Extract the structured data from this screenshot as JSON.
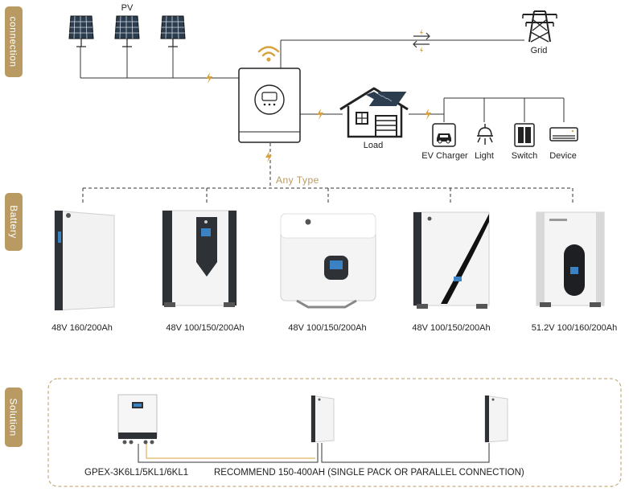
{
  "sections": {
    "connection": "connection",
    "battery": "Battery",
    "solution": "Solution"
  },
  "connection": {
    "pv_label": "PV",
    "grid_label": "Grid",
    "load_label": "Load",
    "any_type_label": "Any Type",
    "devices": [
      {
        "label": "EV Charger",
        "icon": "ev-charger-icon"
      },
      {
        "label": "Light",
        "icon": "light-icon"
      },
      {
        "label": "Switch",
        "icon": "switch-icon"
      },
      {
        "label": "Device",
        "icon": "device-icon"
      }
    ]
  },
  "batteries": [
    {
      "label": "48V 160/200Ah"
    },
    {
      "label": "48V 100/150/200Ah"
    },
    {
      "label": "48V 100/150/200Ah"
    },
    {
      "label": "48V 100/150/200Ah"
    },
    {
      "label": "51.2V 100/160/200Ah"
    }
  ],
  "solution": {
    "inverter_model": "GPEX-3K6L1/5KL1/6KL1",
    "recommendation": "RECOMMEND 150-400AH (SINGLE PACK OR PARALLEL CONNECTION)"
  },
  "colors": {
    "accent": "#b99a62",
    "line": "#333333",
    "lightning": "#d9a03c"
  }
}
